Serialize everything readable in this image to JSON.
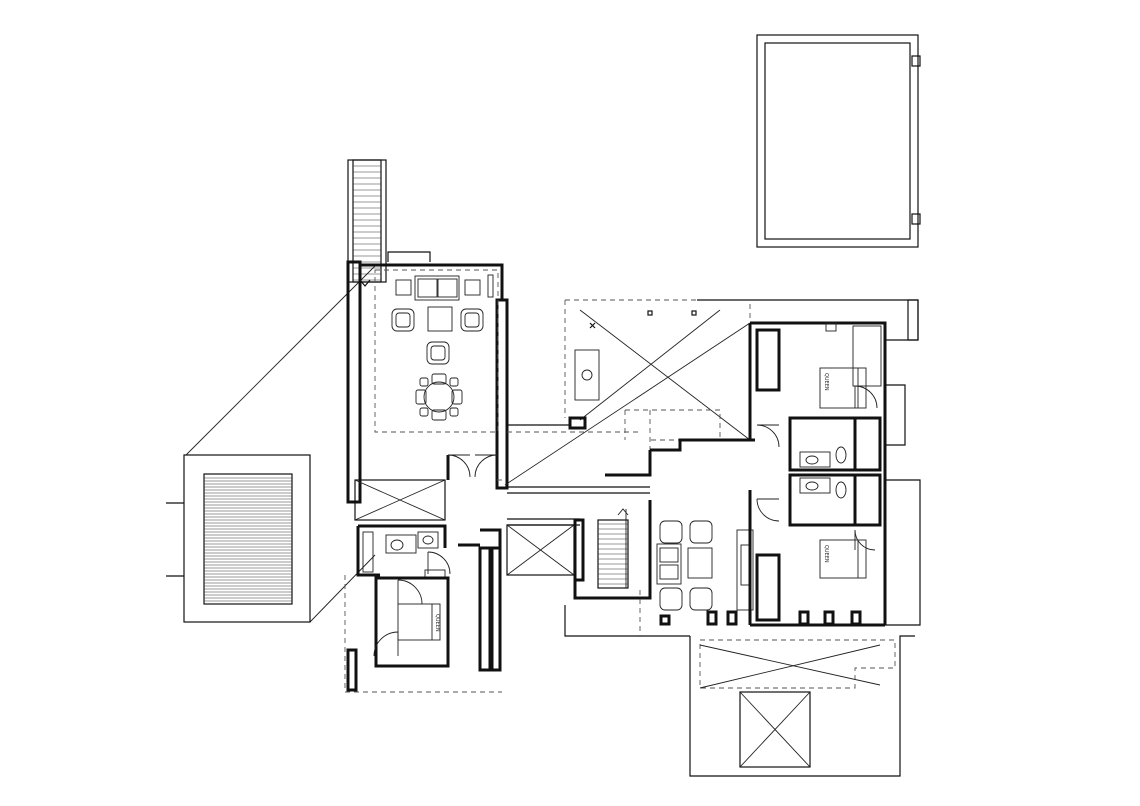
{
  "drawing": {
    "type": "architectural floor plan",
    "bed_labels": [
      "QUEEN",
      "QUEEN",
      "QUEEN"
    ],
    "colors": {
      "line": "#111111",
      "background": "#ffffff"
    }
  }
}
